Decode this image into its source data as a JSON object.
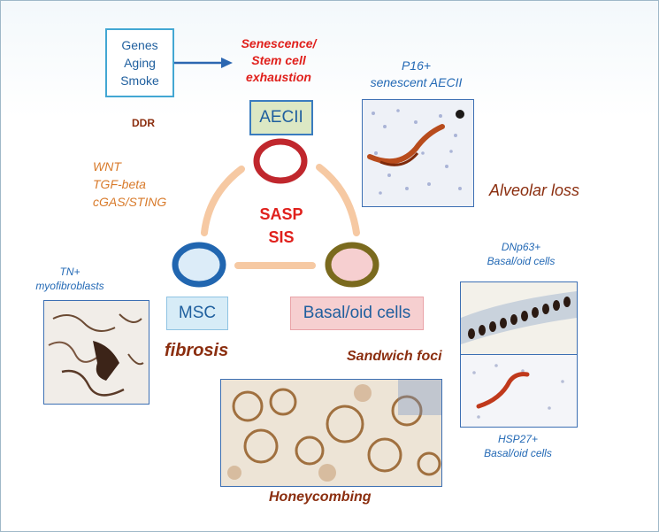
{
  "inputs": {
    "lines": [
      "Genes",
      "Aging",
      "Smoke"
    ]
  },
  "senescence": {
    "line1": "Senescence/",
    "line2": "Stem cell",
    "line3": "exhaustion"
  },
  "ddr": "DDR",
  "pathways": {
    "lines": [
      "WNT",
      "TGF-beta",
      "cGAS/STING"
    ]
  },
  "center": {
    "line1": "SASP",
    "line2": "SIS"
  },
  "cells": {
    "aecii": "AECII",
    "msc": "MSC",
    "basal": "Basal/oid cells"
  },
  "p16": {
    "line1": "P16+",
    "line2": "senescent AECII"
  },
  "alveolar_loss": "Alveolar loss",
  "tn": {
    "line1": "TN+",
    "line2": "myofibroblasts"
  },
  "fibrosis": "fibrosis",
  "dnp63": {
    "line1": "DNp63+",
    "line2": "Basal/oid cells"
  },
  "sandwich_foci": "Sandwich foci",
  "hsp27": {
    "line1": "HSP27+",
    "line2": "Basal/oid cells"
  },
  "honeycombing": "Honeycombing",
  "colors": {
    "aecii_ring": "#c0272d",
    "msc_ring": "#2166b0",
    "basal_ring": "#7a6a1e",
    "connector": "#f6c9a3",
    "arrow": "#2c67b1",
    "aecii_box": "#dce8c4",
    "msc_box": "#d7ecf7",
    "basal_box": "#f6cfd0"
  }
}
